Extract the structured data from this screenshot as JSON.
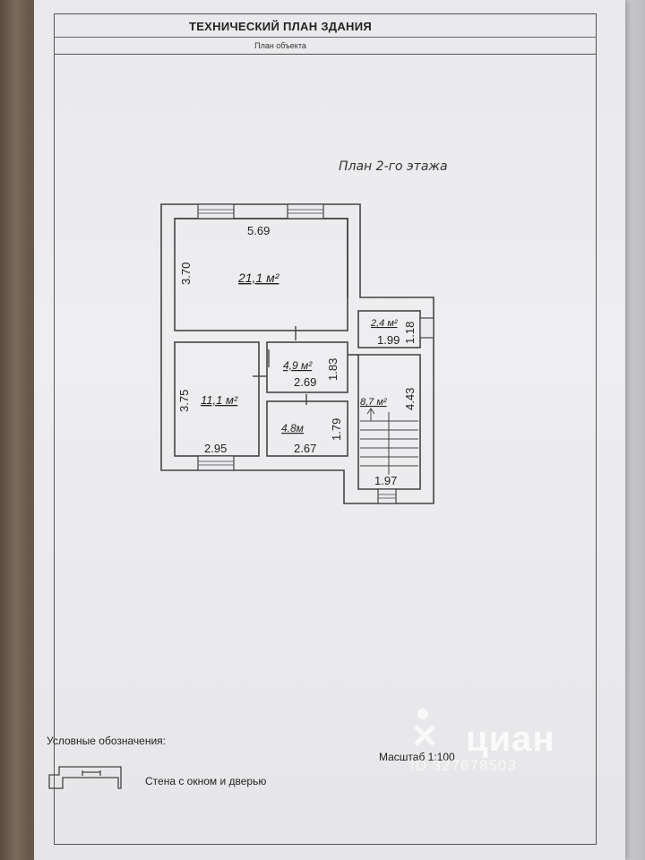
{
  "header": {
    "title": "ТЕХНИЧЕСКИЙ ПЛАН ЗДАНИЯ",
    "subtitle": "План объекта"
  },
  "plan": {
    "heading": "План 2-го этажа",
    "rooms": [
      {
        "area": "21,1 м²",
        "width": "5.69",
        "depth": "3.70"
      },
      {
        "area": "11,1 м²",
        "width": "2.95",
        "depth": "3.75"
      },
      {
        "area": "4,9 м²",
        "width": "2.69",
        "depth": "1.83"
      },
      {
        "area": "4.8м",
        "width": "2.67",
        "depth": "1.79"
      },
      {
        "area": "2,4 м²",
        "width": "1.99",
        "depth": "1.18"
      },
      {
        "area": "8,7 м²",
        "width": "1.97",
        "depth": "4.43"
      }
    ]
  },
  "legend": {
    "title": "Условные обозначения:",
    "wall_label": "Стена с окном и дверью"
  },
  "scale": "Масштаб 1:100",
  "watermark": {
    "logo": "циан",
    "id": "ID 327678503"
  },
  "colors": {
    "paper": "#ebebee",
    "line": "#444444",
    "text": "#222222"
  }
}
